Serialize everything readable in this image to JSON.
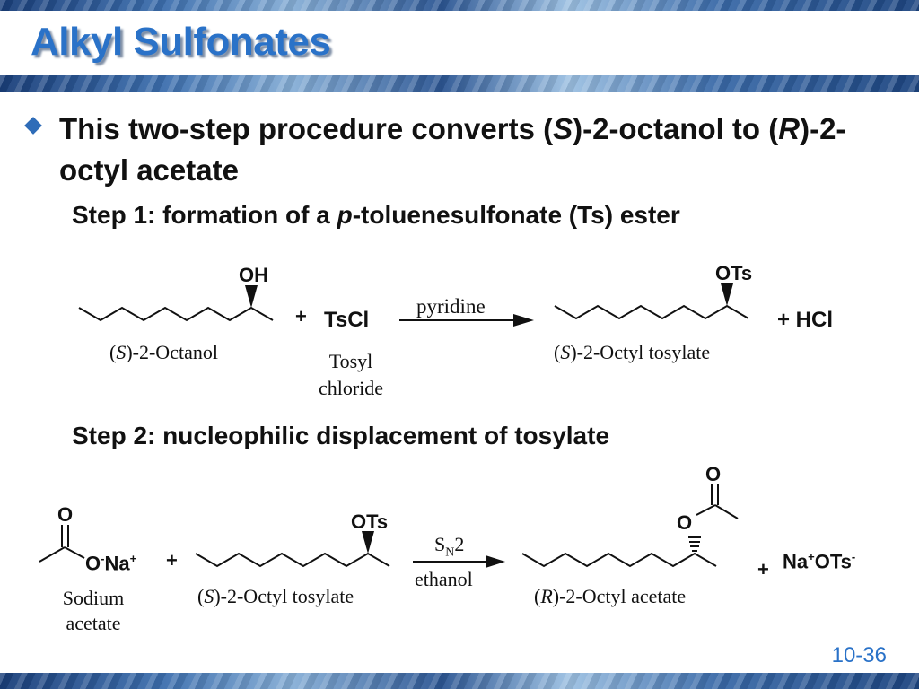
{
  "slide": {
    "title": "Alkyl Sulfonates",
    "bullet": {
      "part1": "This two-step procedure converts (",
      "s_letter": "S",
      "part2": ")-2-octanol to (",
      "r_letter": "R",
      "part3": ")-2-octyl acetate"
    },
    "step1": {
      "prefix": "Step 1: formation of a ",
      "p_letter": "p",
      "suffix": "-toluenesulfonate (Ts) ester"
    },
    "step2": {
      "text": "Step 2: nucleophilic displacement of tosylate"
    },
    "page_number": "10-36"
  },
  "reaction1": {
    "oh_label": "OH",
    "plus1": "+",
    "reagent": "TsCl",
    "conditions": "pyridine",
    "ots_label": "OTs",
    "byproduct": "+ HCl",
    "start_name": {
      "open": "(",
      "letter": "S",
      "rest": ")-2-Octanol"
    },
    "reagent_name": [
      "Tosyl",
      "chloride"
    ],
    "product_name": {
      "open": "(",
      "letter": "S",
      "rest": ")-2-Octyl tosylate"
    }
  },
  "reaction2": {
    "acetate_o": "O",
    "acetate_ominus": "O",
    "minus": "-",
    "na": "Na",
    "plus_charge": "+",
    "plus1": "+",
    "ots_label": "OTs",
    "cond_top": {
      "s": "S",
      "n": "N",
      "two": "2"
    },
    "cond_bottom": "ethanol",
    "ester_o_top": "O",
    "ester_o": "O",
    "plus2": "+",
    "na2": "Na",
    "plus_charge2": "+",
    "ots2": "OTs",
    "minus2": "-",
    "acetate_name": [
      "Sodium",
      "acetate"
    ],
    "tosylate_name": {
      "open": "(",
      "letter": "S",
      "rest": ")-2-Octyl tosylate"
    },
    "product_name": {
      "open": "(",
      "letter": "R",
      "rest": ")-2-Octyl acetate"
    }
  }
}
